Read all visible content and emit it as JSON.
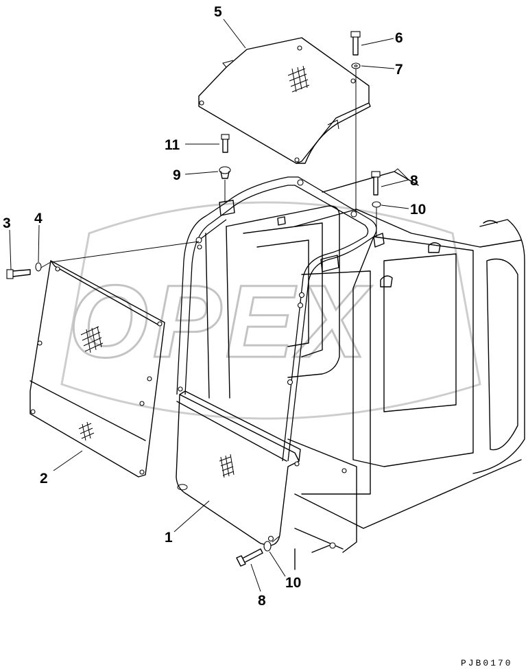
{
  "drawing_code": "PJB0170",
  "watermark": {
    "text": "OPEX",
    "color": "#bdbdbd"
  },
  "callouts": [
    {
      "id": "c1",
      "label": "1"
    },
    {
      "id": "c2",
      "label": "2"
    },
    {
      "id": "c3",
      "label": "3"
    },
    {
      "id": "c4",
      "label": "4"
    },
    {
      "id": "c5",
      "label": "5"
    },
    {
      "id": "c6",
      "label": "6"
    },
    {
      "id": "c7",
      "label": "7"
    },
    {
      "id": "c8a",
      "label": "8"
    },
    {
      "id": "c8b",
      "label": "8"
    },
    {
      "id": "c9",
      "label": "9"
    },
    {
      "id": "c10a",
      "label": "10"
    },
    {
      "id": "c10b",
      "label": "10"
    },
    {
      "id": "c11",
      "label": "11"
    }
  ],
  "colors": {
    "line": "#000000",
    "background": "#ffffff"
  }
}
